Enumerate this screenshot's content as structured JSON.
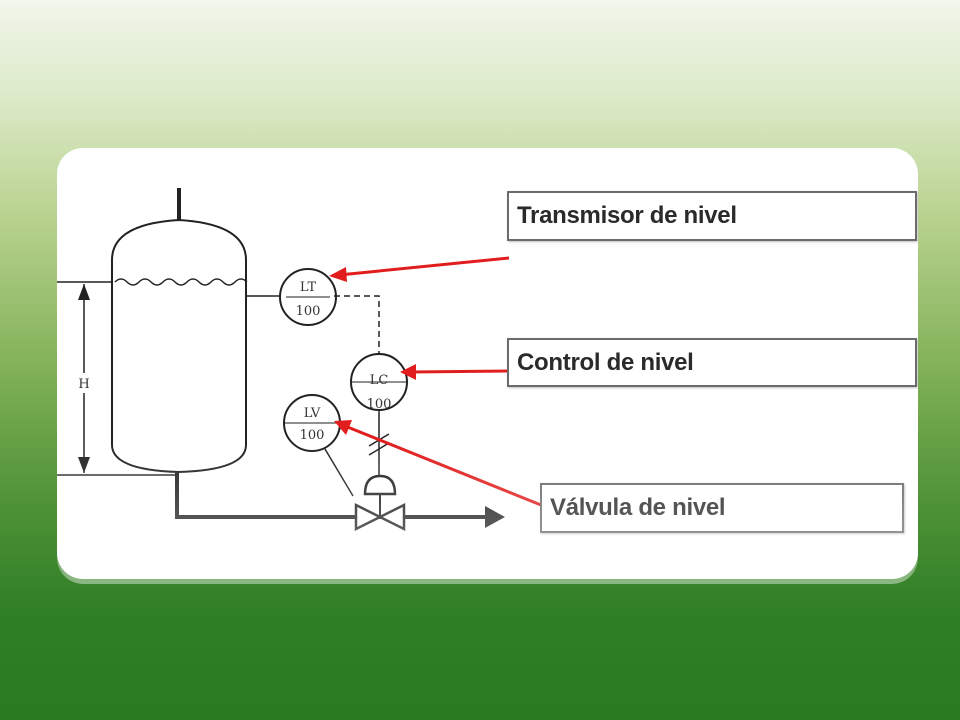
{
  "diagram": {
    "tank": {
      "level_label": "H"
    },
    "instruments": [
      {
        "tag": "LT",
        "number": "100"
      },
      {
        "tag": "LC",
        "number": "100"
      },
      {
        "tag": "LV",
        "number": "100"
      }
    ],
    "callouts": {
      "transmitter": "Transmisor de nivel",
      "controller": "Control de nivel",
      "valve": "Válvula de nivel"
    },
    "colors": {
      "arrow": "#e11d1d",
      "line": "#222222",
      "callout_border": "#6b6b6b"
    }
  }
}
